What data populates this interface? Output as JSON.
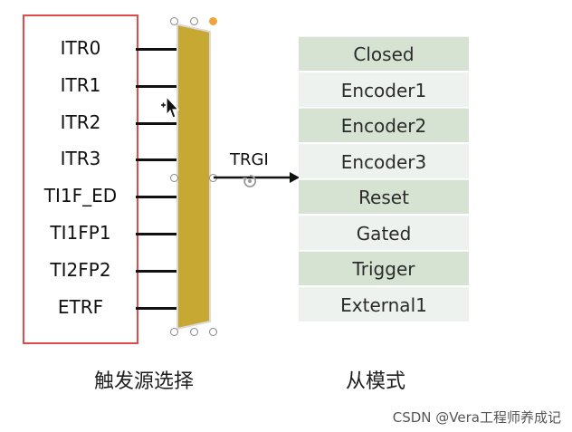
{
  "inputs": [
    "ITR0",
    "ITR1",
    "ITR2",
    "ITR3",
    "TI1F_ED",
    "TI1FP1",
    "TI2FP2",
    "ETRF"
  ],
  "output_label": "TRGI",
  "modes": [
    "Closed",
    "Encoder1",
    "Encoder2",
    "Encoder3",
    "Reset",
    "Gated",
    "Trigger",
    "External1"
  ],
  "captions": {
    "left": "触发源选择",
    "right": "从模式"
  },
  "watermark": "CSDN @Vera工程师养成记",
  "colors": {
    "selection_border": "#e34a4a",
    "mux_fill": "#c7a832",
    "mode_dark": "#d6e3d2",
    "mode_light": "#eef2ee"
  },
  "icons": {
    "cursor": "move-cursor-icon",
    "rotate": "rotate-handle-icon"
  }
}
